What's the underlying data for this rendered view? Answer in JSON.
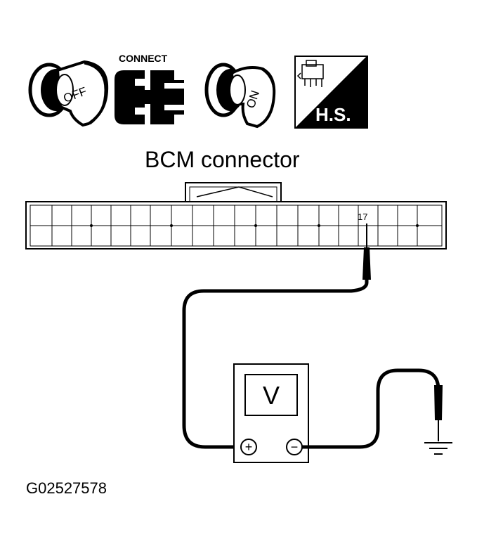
{
  "icons": {
    "ignition_off": {
      "name": "ignition-key-off-icon",
      "label": "OFF"
    },
    "connect": {
      "name": "connector-connect-icon",
      "label": "CONNECT"
    },
    "ignition_on": {
      "name": "ignition-key-on-icon",
      "label": "ON"
    },
    "harness_side": {
      "name": "harness-side-icon",
      "label": "H.S."
    }
  },
  "connector": {
    "title": "BCM connector",
    "probe_terminal": "17"
  },
  "meter": {
    "unit": "V",
    "positive_symbol": "+",
    "negative_symbol": "−"
  },
  "ground": {
    "name": "ground-symbol"
  },
  "figure_id": "G02527578"
}
